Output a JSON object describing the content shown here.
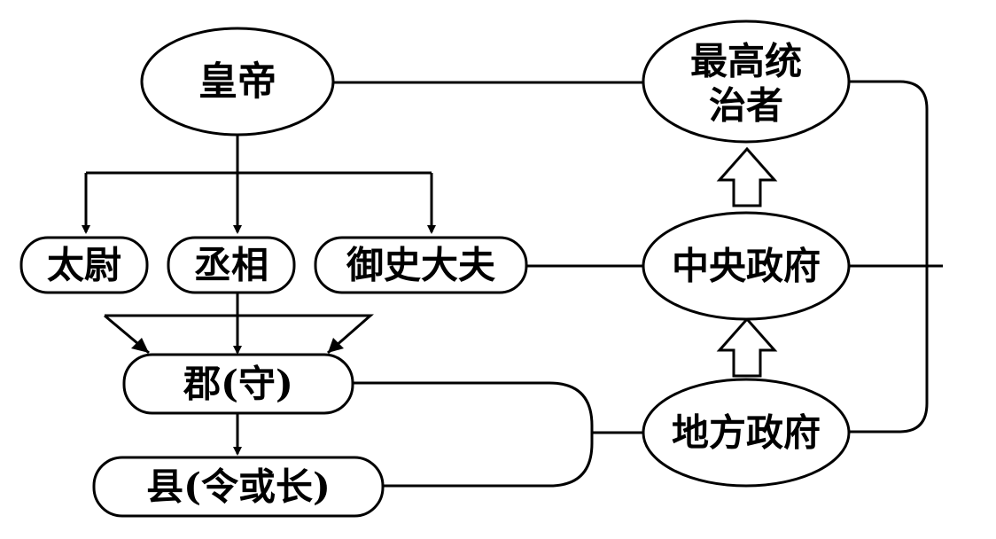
{
  "nodes": {
    "emperor": "皇帝",
    "supreme_ruler_line1": "最高统",
    "supreme_ruler_line2": "治者",
    "taiwei": "太尉",
    "chengxiang": "丞相",
    "yushidafu": "御史大夫",
    "central_gov": "中央政府",
    "jun": "郡(守)",
    "local_gov": "地方政府",
    "xian": "县(令或长)"
  }
}
